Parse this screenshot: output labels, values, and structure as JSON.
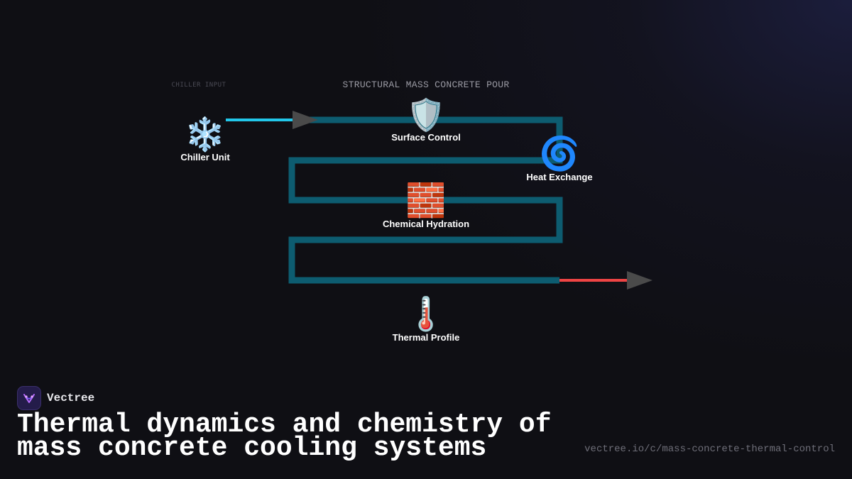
{
  "diagram": {
    "section_title": "STRUCTURAL MASS CONCRETE POUR",
    "input_caption": "CHILLER INPUT",
    "nodes": {
      "chiller": {
        "label": "Chiller Unit",
        "icon": "snowflake-icon",
        "glyph": "❄️"
      },
      "surface": {
        "label": "Surface Control",
        "icon": "shield-icon",
        "glyph": "🛡️"
      },
      "heat": {
        "label": "Heat Exchange",
        "icon": "cyclone-icon",
        "glyph": "🌀"
      },
      "hydration": {
        "label": "Chemical Hydration",
        "icon": "brick-icon",
        "glyph": "🧱"
      },
      "thermal": {
        "label": "Thermal Profile",
        "icon": "thermometer-icon",
        "glyph": "🌡️"
      }
    },
    "colors": {
      "inlet": "#22c7ea",
      "pipe": "#0d5c70",
      "outlet": "#ef4444",
      "arrowhead": "#4a4a4a"
    }
  },
  "brand": {
    "name": "Vectree",
    "icon": "vectree-logo-icon"
  },
  "headline": "Thermal dynamics and chemistry of mass concrete cooling systems",
  "url": "vectree.io/c/mass-concrete-thermal-control"
}
